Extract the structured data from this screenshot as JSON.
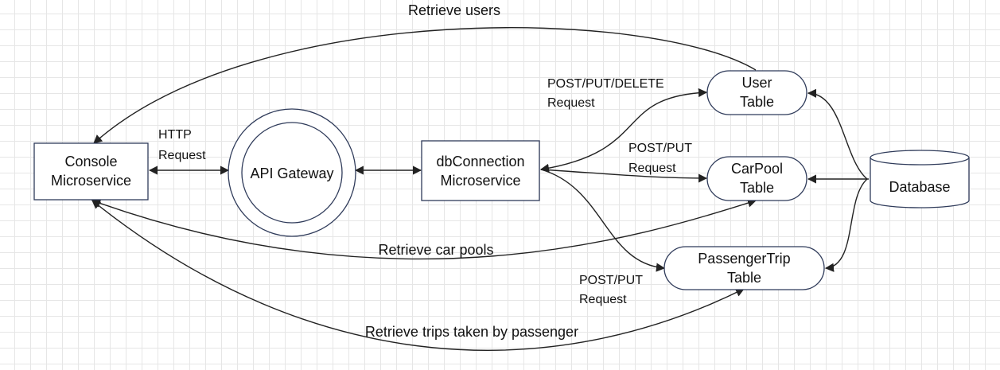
{
  "nodes": {
    "console": [
      "Console",
      "Microservice"
    ],
    "gateway": "API Gateway",
    "dbconn": [
      "dbConnection",
      "Microservice"
    ],
    "user_table": [
      "User",
      "Table"
    ],
    "carpool_table": [
      "CarPool",
      "Table"
    ],
    "passengertrip_table": [
      "PassengerTrip",
      "Table"
    ],
    "database": "Database"
  },
  "edge_labels": {
    "retrieve_users": "Retrieve users",
    "http_request": [
      "HTTP",
      "Request"
    ],
    "post_put_delete": [
      "POST/PUT/DELETE",
      "Request"
    ],
    "post_put_carpool": [
      "POST/PUT",
      "Request"
    ],
    "post_put_trip": [
      "POST/PUT",
      "Request"
    ],
    "retrieve_car_pools": "Retrieve car pools",
    "retrieve_trips": "Retrieve trips taken by passenger"
  }
}
